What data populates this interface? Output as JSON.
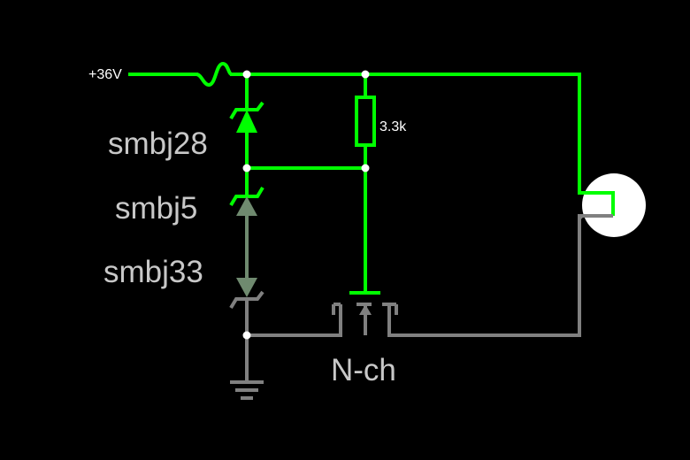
{
  "labels": {
    "supply": "+36V",
    "resistor": "3.3k",
    "zener_top": "smbj28",
    "zener_mid": "smbj5",
    "zener_bot": "smbj33",
    "transistor": "N-ch"
  },
  "colors": {
    "background": "#000000",
    "live_wire": "#00ff00",
    "ground_wire": "#808080",
    "dim_component": "#6f8a6f",
    "lamp": "#ffffff",
    "node": "#ffffff",
    "text_large": "#c8c8c8",
    "text_small": "#ffffff"
  }
}
